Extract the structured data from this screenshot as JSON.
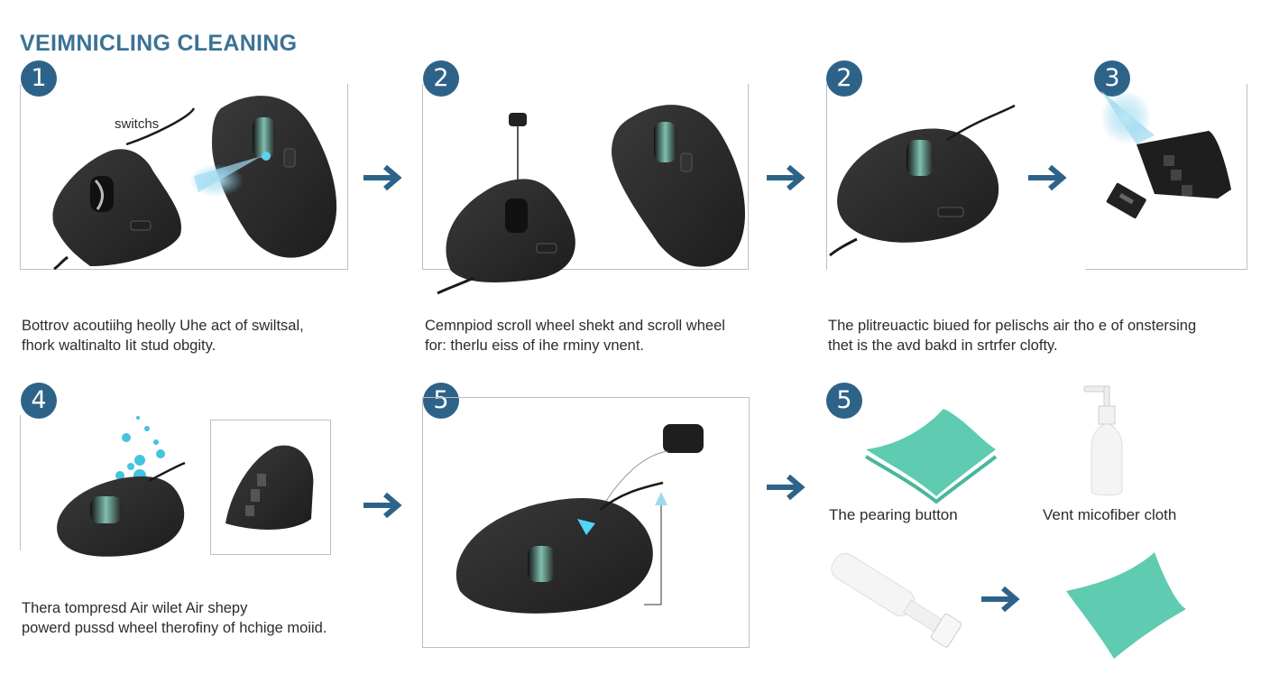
{
  "title": "VEIMNICLING CLEANING",
  "colors": {
    "accent": "#2e6389",
    "title": "#3b7295",
    "mouse": "#2b2b2b",
    "mist": "#8fd3ee",
    "cloth": "#62cbb2"
  },
  "steps": [
    {
      "number": "1",
      "inline_label": "switchs",
      "caption_lines": [
        "Bottrov acoutiihg heolly Uhe act of swiltsal,",
        "fhork waltinalto Iit stud obgity."
      ]
    },
    {
      "number": "2",
      "caption_lines": [
        "Cemnpiod scroll wheel shekt and scroll wheel",
        "for: therlu eiss of ihe rminy vnent."
      ]
    },
    {
      "number": "2",
      "caption_lines": [
        "The plitreuactic biued for pelischs air tho e of onstersing",
        "thet is the avd bakd in srtrfer clofty."
      ]
    },
    {
      "number": "3"
    },
    {
      "number": "4",
      "caption_lines": [
        "Thera tompresd Air wilet Air shepy",
        "powerd pussd wheel therofiny of hchige moiid."
      ]
    },
    {
      "number": "5"
    },
    {
      "number": "5",
      "items": [
        {
          "label": "The pearing button",
          "icon": "folded-cloth"
        },
        {
          "label": "Vent micofiber cloth",
          "icon": "pump-bottle"
        },
        {
          "icon": "brush-tube"
        },
        {
          "icon": "flat-cloth"
        }
      ]
    }
  ],
  "arrows": [
    "right-arrow",
    "right-arrow",
    "right-arrow",
    "right-arrow",
    "right-arrow",
    "right-arrow"
  ]
}
